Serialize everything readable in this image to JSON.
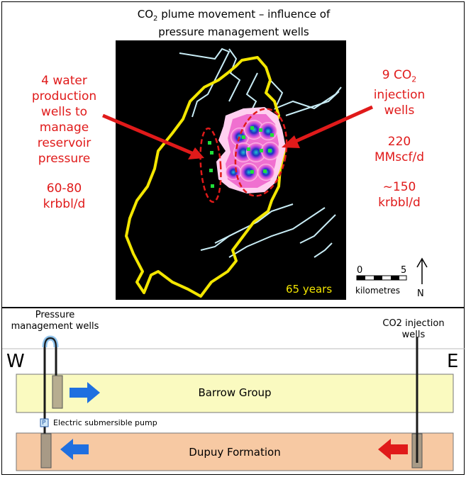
{
  "top": {
    "title_prefix": "CO",
    "title_sub": "2",
    "title_rest": " plume movement – influence of",
    "title_line2": "pressure management wells",
    "left_annotation": {
      "lines": [
        "4 water",
        "production",
        "wells to",
        "manage",
        "reservoir",
        "pressure"
      ],
      "rate": [
        "60-80",
        "krbbl/d"
      ]
    },
    "right_annotation": {
      "line1_prefix": "9 CO",
      "line1_sub": "2",
      "line2": "injection",
      "line3": "wells",
      "gas_rate": [
        "220",
        "MMscf/d"
      ],
      "water_rate": [
        "~150",
        "krbbl/d"
      ]
    },
    "time_label": "65 years",
    "scale": {
      "start": "0",
      "end": "5",
      "unit": "kilometres"
    },
    "north_label": "N",
    "colors": {
      "annotation_red": "#e01a1a",
      "outline_yellow": "#f3e600",
      "time_text": "#f3e600"
    }
  },
  "bottom": {
    "pressure_wells_label": [
      "Pressure",
      "management wells"
    ],
    "injection_wells_label": [
      "CO2 injection",
      "wells"
    ],
    "west_label": "W",
    "east_label": "E",
    "barrow_label": "Barrow Group",
    "dupuy_label": "Dupuy Formation",
    "pump_icon_label": "P",
    "pump_label": "Electric submersible pump",
    "colors": {
      "barrow_fill": "#fafac0",
      "dupuy_fill": "#f7c9a3",
      "blue_arrow": "#1f6fe0",
      "red_arrow": "#e01a1a"
    }
  }
}
